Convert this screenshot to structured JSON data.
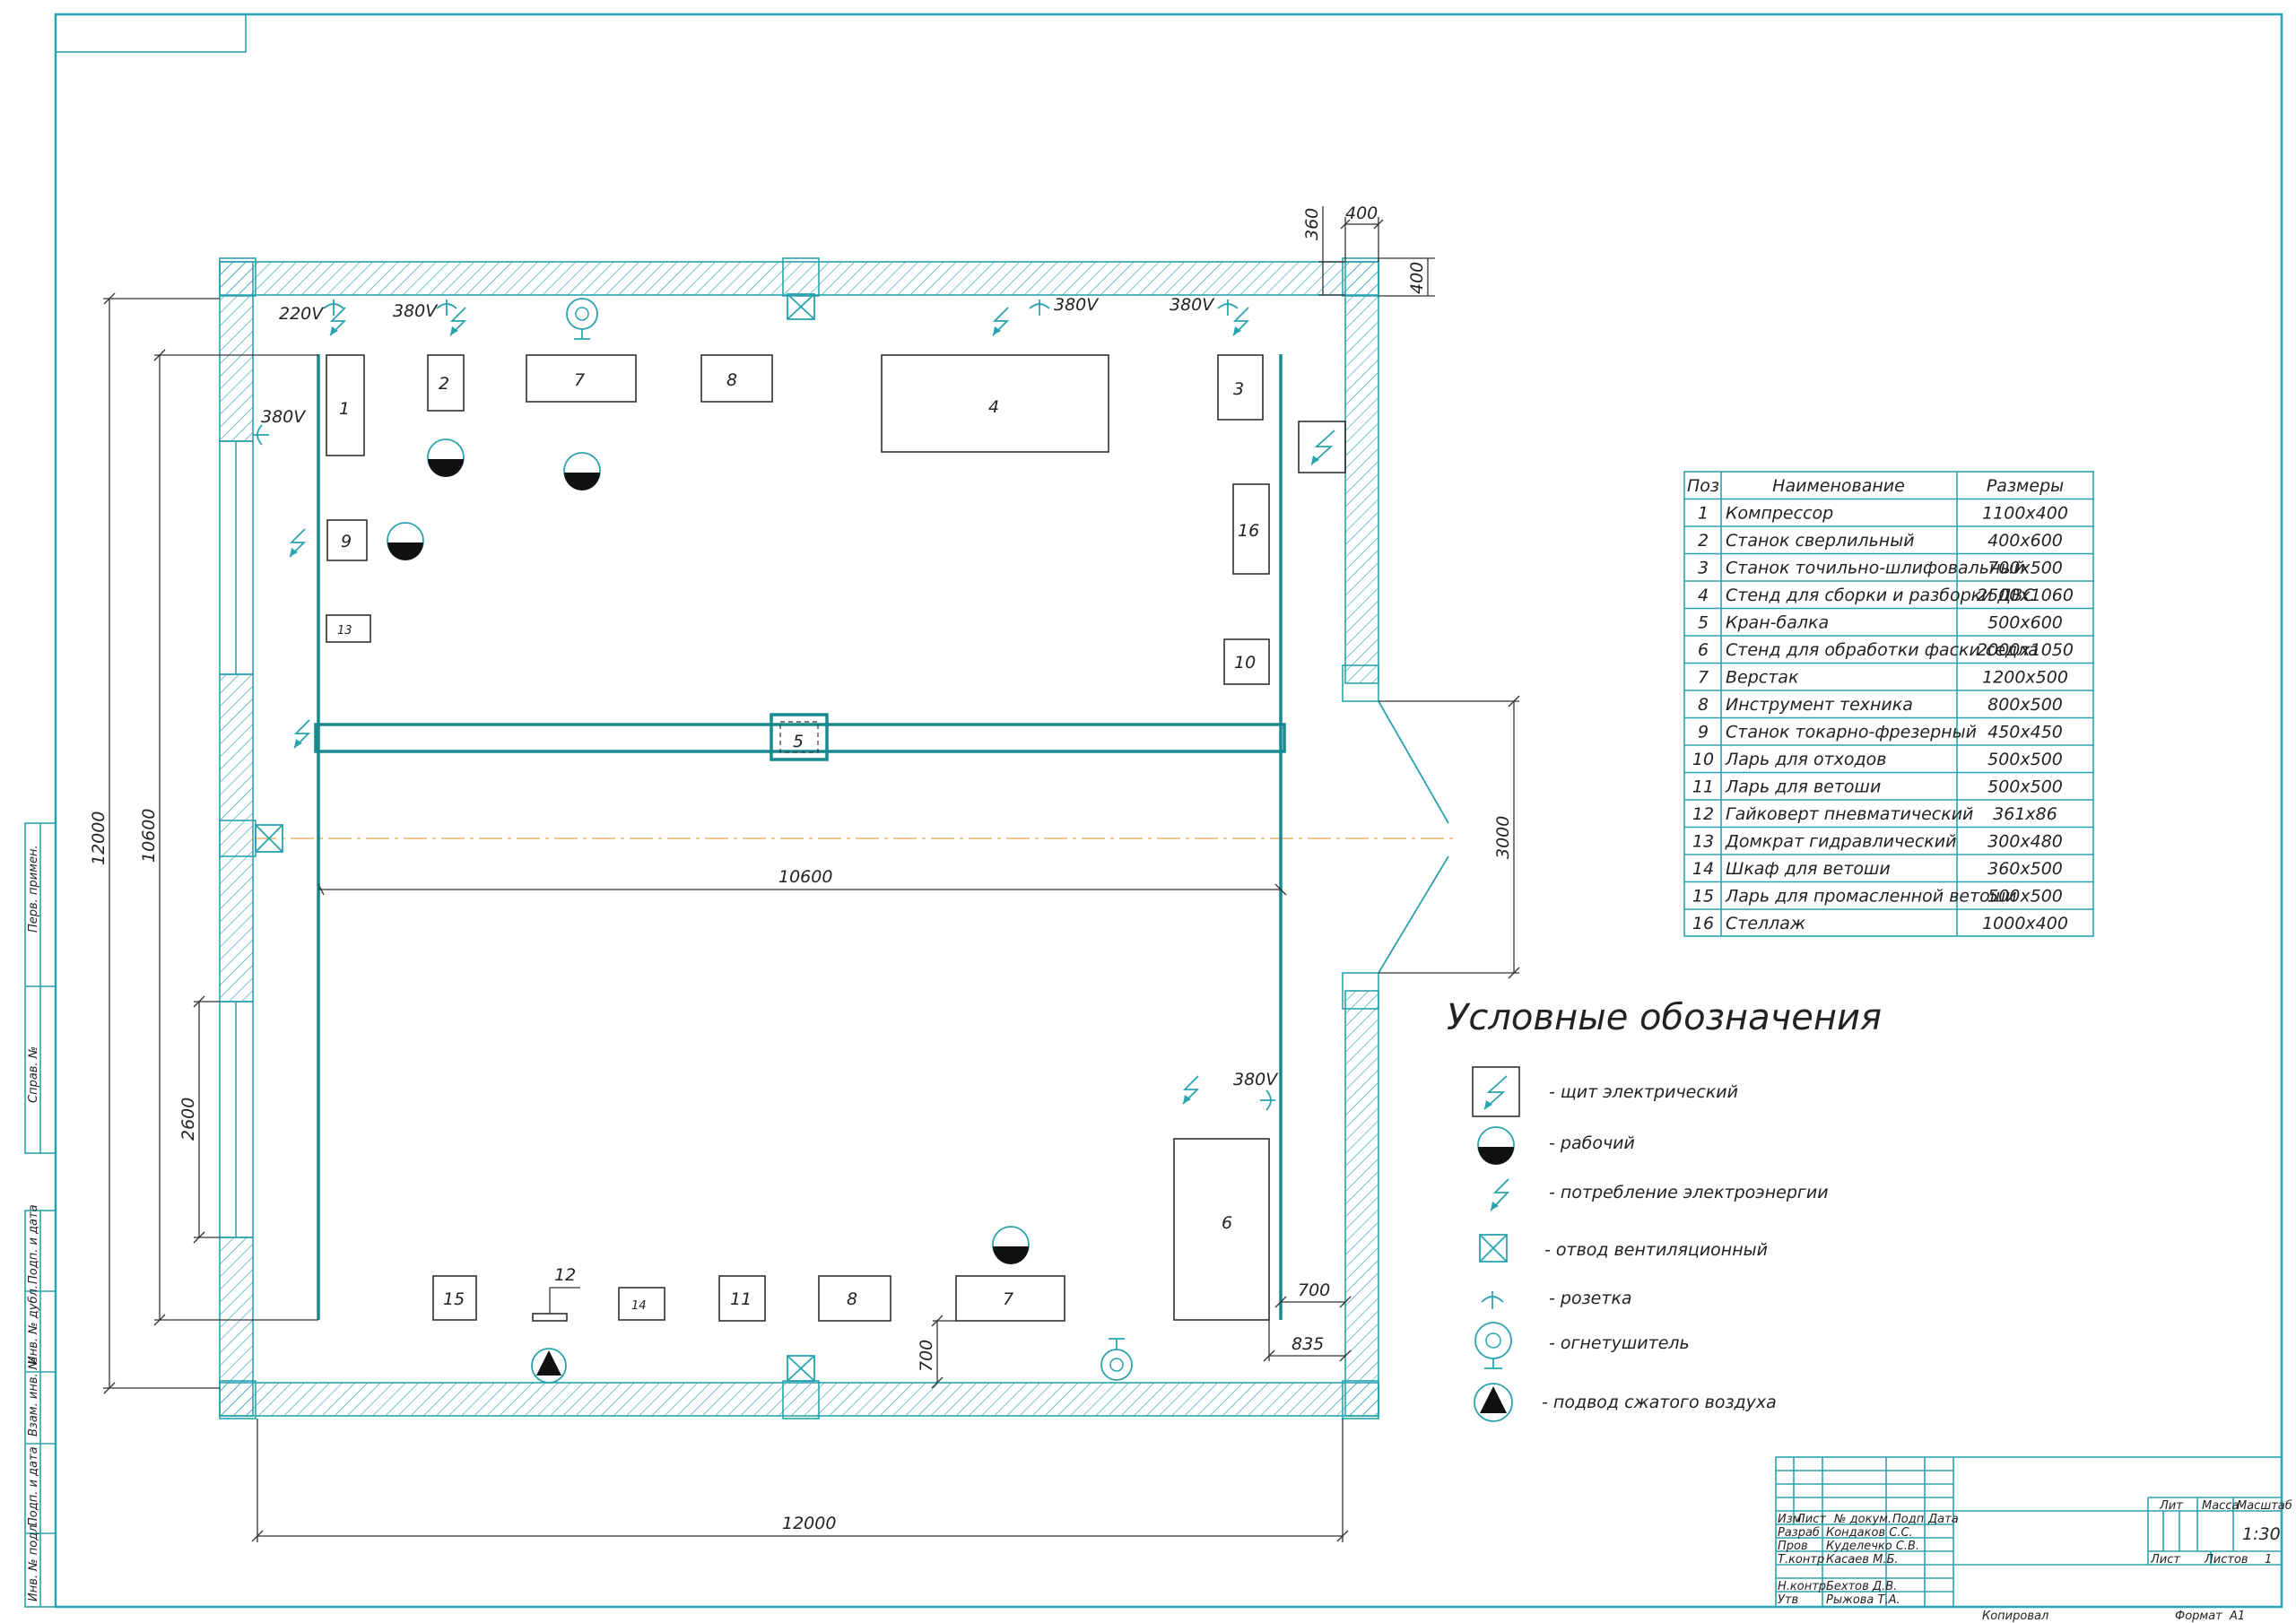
{
  "plan": {
    "dimensions": {
      "d400_top": "400",
      "d360": "360",
      "d400_side": "400",
      "d12000_left": "12000",
      "d10600_left": "10600",
      "d2600": "2600",
      "d10600_mid": "10600",
      "d3000": "3000",
      "d700_right": "700",
      "d835": "835",
      "d700_bottom": "700",
      "d12000_bottom": "12000"
    },
    "voltages": {
      "v220": "220V",
      "v380_a": "380V",
      "v380_b": "380V",
      "v380_c": "380V",
      "v380_d": "380V",
      "v380_e": "380V"
    },
    "equipment_labels": {
      "p1": "1",
      "p2": "2",
      "p7a": "7",
      "p8a": "8",
      "p4": "4",
      "p3": "3",
      "p16": "16",
      "p9": "9",
      "p13": "13",
      "p10": "10",
      "p5": "5",
      "p6": "6",
      "p15": "15",
      "p12": "12",
      "p14": "14",
      "p11": "11",
      "p8b": "8",
      "p7b": "7"
    }
  },
  "spec_table": {
    "headers": [
      "Поз",
      "Наименование",
      "Размеры"
    ],
    "rows": [
      [
        "1",
        "Компрессор",
        "1100х400"
      ],
      [
        "2",
        "Станок сверлильный",
        "400х600"
      ],
      [
        "3",
        "Станок точильно-шлифовальный",
        "700х500"
      ],
      [
        "4",
        "Стенд для сборки и разборки ДВС",
        "2500х1060"
      ],
      [
        "5",
        "Кран-балка",
        "500х600"
      ],
      [
        "6",
        "Стенд для обработки фаски седла",
        "2000х1050"
      ],
      [
        "7",
        "Верстак",
        "1200х500"
      ],
      [
        "8",
        "Инструмент техника",
        "800х500"
      ],
      [
        "9",
        "Станок токарно-фрезерный",
        "450х450"
      ],
      [
        "10",
        "Ларь для отходов",
        "500х500"
      ],
      [
        "11",
        "Ларь для ветоши",
        "500х500"
      ],
      [
        "12",
        "Гайковерт пневматический",
        "361х86"
      ],
      [
        "13",
        "Домкрат гидравлический",
        "300х480"
      ],
      [
        "14",
        "Шкаф для ветоши",
        "360х500"
      ],
      [
        "15",
        "Ларь для промасленной ветоши",
        "500х500"
      ],
      [
        "16",
        "Стеллаж",
        "1000х400"
      ]
    ]
  },
  "legend": {
    "title": "Условные обозначения",
    "items": [
      {
        "icon": "electrical-panel-icon",
        "label": "- щит электрический"
      },
      {
        "icon": "worker-icon",
        "label": "- рабочий"
      },
      {
        "icon": "power-consumption-icon",
        "label": "- потребление электроэнергии"
      },
      {
        "icon": "ventilation-icon",
        "label": "- отвод вентиляционный"
      },
      {
        "icon": "socket-icon",
        "label": "- розетка"
      },
      {
        "icon": "fire-extinguisher-icon",
        "label": "- огнетушитель"
      },
      {
        "icon": "compressed-air-icon",
        "label": "- подвод сжатого воздуха"
      }
    ]
  },
  "title_block": {
    "col_izm": "Изм",
    "col_list": "Лист",
    "col_doc": "№ докум.",
    "col_sign": "Подп",
    "col_date": "Дата",
    "row_razrab": "Разраб",
    "razrab_name": "Кондаков С.С.",
    "row_prov": "Пров",
    "prov_name": "Куделечко С.В.",
    "row_tkontr": "Т.контр",
    "tkontr_name": "Касаев М.Б.",
    "row_nkontr": "Н.контр",
    "nkontr_name": "Бехтов Д.В.",
    "row_utv": "Утв",
    "utv_name": "Рыжова Т.А.",
    "lit": "Лит",
    "massa": "Масса",
    "masshtab": "Масштаб",
    "scale": "1:30",
    "list": "Лист",
    "listov": "Листов",
    "listov_value": "1",
    "copied": "Копировал",
    "format": "Формат",
    "format_value": "А1"
  },
  "side_strip": {
    "perv_primen": "Перв. примен.",
    "sprav": "Справ. №",
    "podp_data_1": "Подп. и дата",
    "inv_dubl": "Инв. № дубл.",
    "vzam_inv": "Взам. инв. №",
    "podp_data_2": "Подп. и дата",
    "inv_podl": "Инв. № подл."
  }
}
